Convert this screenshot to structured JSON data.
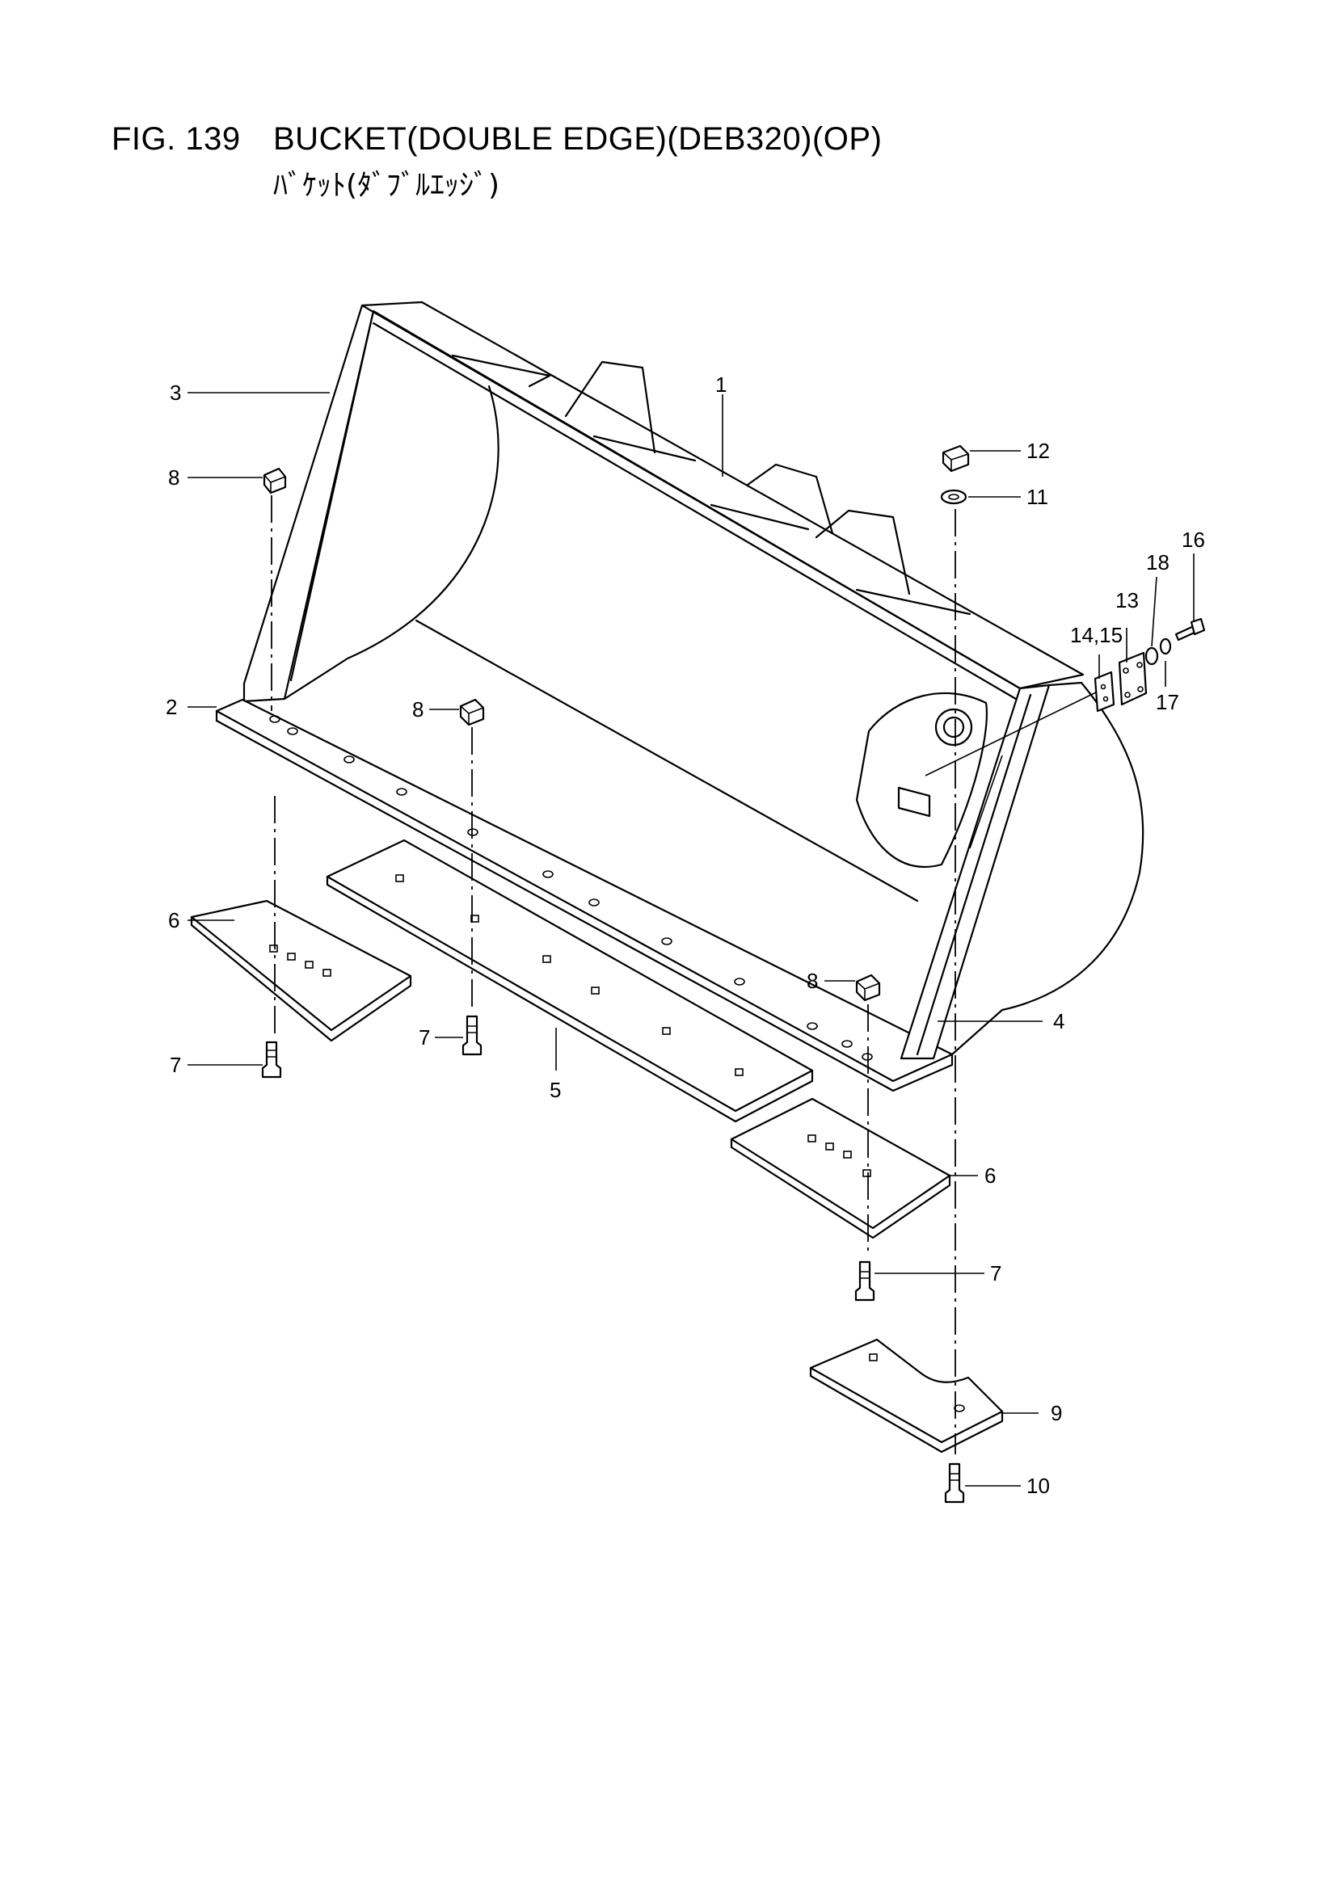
{
  "figure": {
    "number": "FIG. 139",
    "title": "BUCKET(DOUBLE EDGE)(DEB320)(OP)",
    "subtitle": "ﾊﾞｹｯﾄ(ﾀﾞﾌﾞﾙｴｯｼﾞ)"
  },
  "callouts": [
    {
      "id": "c1",
      "label": "1"
    },
    {
      "id": "c2",
      "label": "2"
    },
    {
      "id": "c3",
      "label": "3"
    },
    {
      "id": "c4",
      "label": "4"
    },
    {
      "id": "c5",
      "label": "5"
    },
    {
      "id": "c6a",
      "label": "6"
    },
    {
      "id": "c6b",
      "label": "6"
    },
    {
      "id": "c7a",
      "label": "7"
    },
    {
      "id": "c7b",
      "label": "7"
    },
    {
      "id": "c7c",
      "label": "7"
    },
    {
      "id": "c8a",
      "label": "8"
    },
    {
      "id": "c8b",
      "label": "8"
    },
    {
      "id": "c8c",
      "label": "8"
    },
    {
      "id": "c9",
      "label": "9"
    },
    {
      "id": "c10",
      "label": "10"
    },
    {
      "id": "c11",
      "label": "11"
    },
    {
      "id": "c12",
      "label": "12"
    },
    {
      "id": "c13",
      "label": "13"
    },
    {
      "id": "c1415",
      "label": "14,15"
    },
    {
      "id": "c16",
      "label": "16"
    },
    {
      "id": "c17",
      "label": "17"
    },
    {
      "id": "c18",
      "label": "18"
    }
  ]
}
